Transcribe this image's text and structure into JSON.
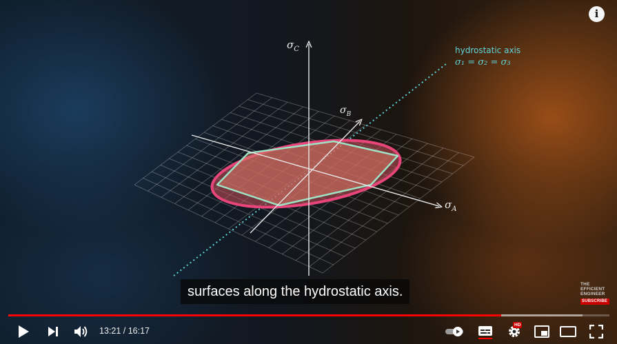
{
  "video": {
    "caption": "surfaces along the hydrostatic axis.",
    "time_current": "13:21",
    "time_total": "16:17",
    "progress_fraction": 0.82,
    "buffered_fraction": 0.955
  },
  "scene": {
    "axis_c": "σ",
    "axis_c_sub": "C",
    "axis_b": "σ",
    "axis_b_sub": "B",
    "axis_a": "σ",
    "axis_a_sub": "A",
    "hydro_label": "hydrostatic axis",
    "hydro_eq": "σ₁ = σ₂ = σ₃"
  },
  "watermark": {
    "line1": "THE",
    "line2": "EFFICIENT",
    "line3": "ENGINEER",
    "subscribe": "SUBSCRIBE"
  },
  "icons": {
    "info": "i"
  },
  "colors": {
    "progress": "#ff0000",
    "ellipse_stroke": "#e8457a",
    "hexagon_stroke": "#9fe3c6",
    "hydro_axis": "#5fd6d9"
  }
}
